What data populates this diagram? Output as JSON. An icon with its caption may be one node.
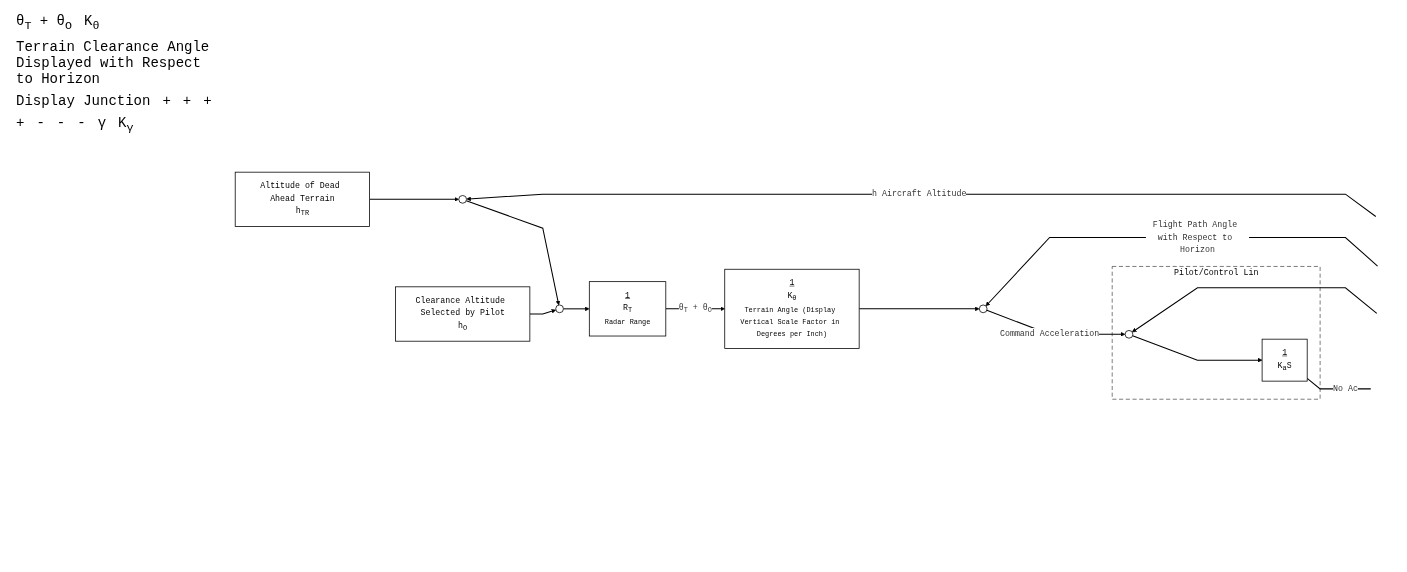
{
  "diagram": {
    "nodes": [
      {
        "text": [
          "Altitude of Dead Ahead Terrain",
          "h$_{TR}$"
        ]
      },
      {
        "text": [],
        "shape": "circle"
      },
      {
        "text": [],
        "shape": "circle"
      },
      {
        "text": [
          "Clearance Altitude Selected by Pilot",
          "h$_{O}$"
        ]
      },
      {
        "text": [
          "1",
          "R$_{T}$",
          "Radar Range"
        ]
      },
      {
        "text": [
          "1",
          "K$_{θ}$",
          "Terrain Angle (Display Vertical Scale Factor in Degrees per Inch)"
        ]
      },
      {
        "text": [],
        "shape": "circle"
      },
      {
        "text": [
          "Pilot/Control Lin"
        ]
      },
      {
        "text": [],
        "shape": "circle",
        "in": 7
      },
      {
        "text": [
          "1",
          "K$_{a}$S"
        ],
        "in": 7
      }
    ],
    "edges": [
      {
        "from": 0,
        "to": 1,
        "arrow": "to"
      },
      {
        "from": 1,
        "to": 2,
        "arrow": "to"
      },
      {
        "from": 3,
        "to": 2,
        "arrow": "to"
      },
      {
        "from": 2,
        "to": 4,
        "arrow": "to"
      },
      {
        "from": 4,
        "to": 5,
        "arrow": "to",
        "label": "θ$_{T}$ + θ$_{O}$"
      },
      {
        "from": 5,
        "to": 6,
        "arrow": "to"
      },
      {
        "from": 6,
        "to": 8,
        "arrow": "to",
        "label": "Command Acceleration"
      },
      {
        "from": 8,
        "to": 9,
        "arrow": "to"
      },
      {
        "from": 9,
        "to": null,
        "arrow": "none",
        "label": "No Ac"
      },
      {
        "from": null,
        "to": 8,
        "arrow": "to"
      },
      {
        "from": null,
        "to": 6,
        "arrow": "to",
        "label": "Flight Path Angle with Respect to Horizon"
      },
      {
        "from": null,
        "to": 1,
        "arrow": "to",
        "label": "h Aircraft Altitude"
      }
    ],
    "labels": [
      "θ$_{T}$ + θ$_{O}$",
      "K$_{θ}$",
      "Terrain Clearance Angle Displayed with Respect to Horizon",
      "Display Junction",
      "+",
      "+",
      "+",
      "+",
      "-",
      "-",
      "-",
      "γ",
      "K$_{γ}$"
    ]
  }
}
